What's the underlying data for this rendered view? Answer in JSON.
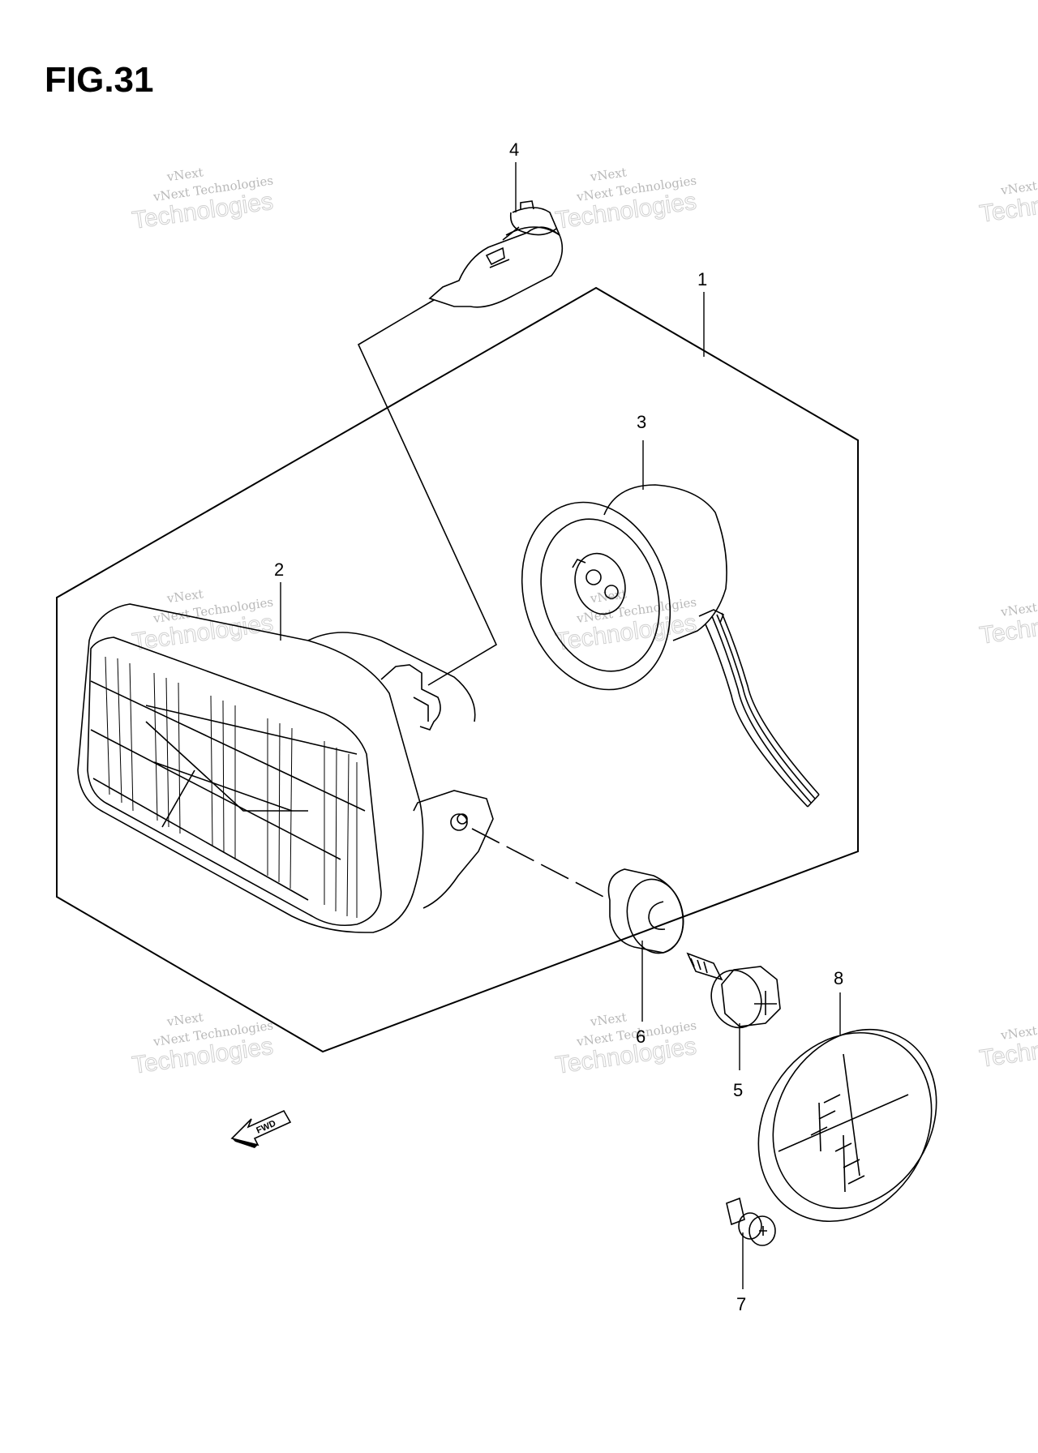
{
  "figure": {
    "title": "FIG.31"
  },
  "callouts": [
    {
      "id": "1",
      "label": "1"
    },
    {
      "id": "2",
      "label": "2"
    },
    {
      "id": "3",
      "label": "3"
    },
    {
      "id": "4",
      "label": "4"
    },
    {
      "id": "5",
      "label": "5"
    },
    {
      "id": "6",
      "label": "6"
    },
    {
      "id": "7",
      "label": "7"
    },
    {
      "id": "8",
      "label": "8"
    }
  ],
  "direction_arrow": {
    "label": "FWD"
  },
  "watermark": {
    "line1": "vNext",
    "line2": "vNext Technologies",
    "line3": "Technologies"
  },
  "colors": {
    "ink": "#000000",
    "watermark": "#c8c8c8",
    "background": "#ffffff"
  }
}
